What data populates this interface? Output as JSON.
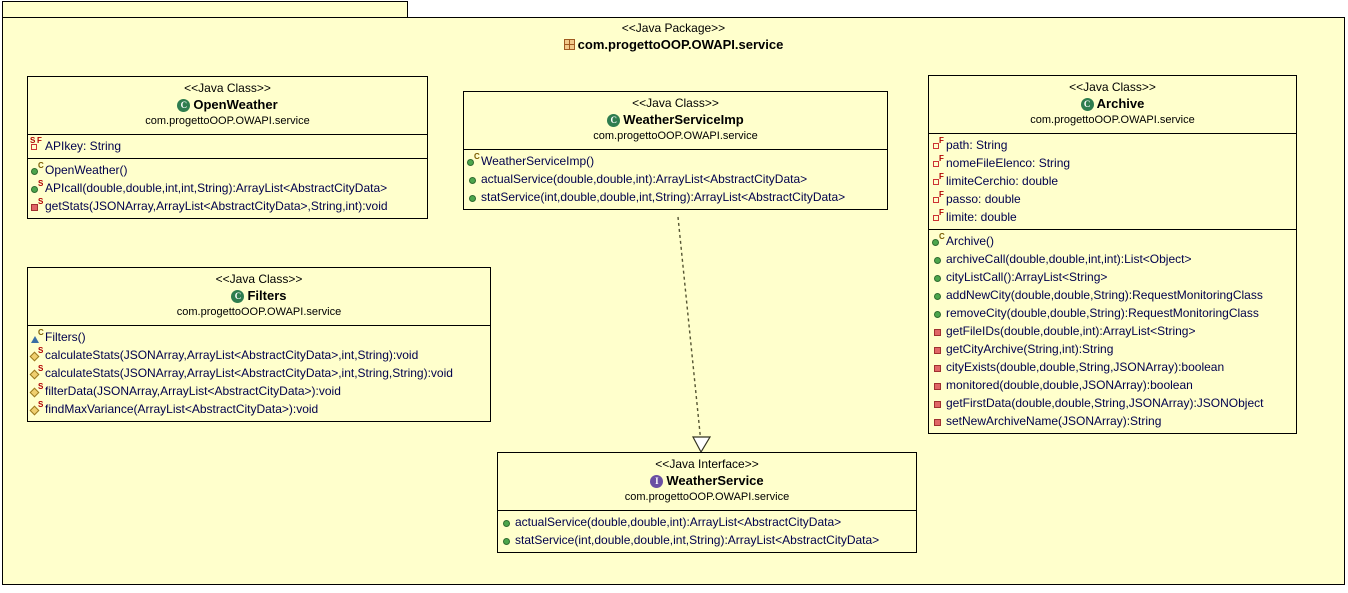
{
  "package": {
    "stereotype": "<<Java Package>>",
    "name": "com.progettoOOP.OWAPI.service",
    "icon": "package-icon"
  },
  "classes": [
    {
      "id": "openweather",
      "stereotype": "<<Java Class>>",
      "name": "OpenWeather",
      "qualified": "com.progettoOOP.OWAPI.service",
      "type_icon": "class-icon",
      "type_glyph": "C",
      "fields": [
        {
          "visibility": "private-static-final",
          "sup": "S",
          "sup2": "F",
          "text": "APIkey: String"
        }
      ],
      "methods": [
        {
          "visibility": "public",
          "sup": "C",
          "text": "OpenWeather()"
        },
        {
          "visibility": "public",
          "sup": "S",
          "text": "APIcall(double,double,int,int,String):ArrayList<AbstractCityData>"
        },
        {
          "visibility": "private",
          "sup": "S",
          "text": "getStats(JSONArray,ArrayList<AbstractCityData>,String,int):void"
        }
      ]
    },
    {
      "id": "filters",
      "stereotype": "<<Java Class>>",
      "name": "Filters",
      "qualified": "com.progettoOOP.OWAPI.service",
      "type_icon": "class-icon",
      "type_glyph": "C",
      "fields": [],
      "methods": [
        {
          "visibility": "package",
          "sup": "C",
          "text": "Filters()"
        },
        {
          "visibility": "package-static",
          "sup": "S",
          "text": "calculateStats(JSONArray,ArrayList<AbstractCityData>,int,String):void"
        },
        {
          "visibility": "package-static",
          "sup": "S",
          "text": "calculateStats(JSONArray,ArrayList<AbstractCityData>,int,String,String):void"
        },
        {
          "visibility": "package-static",
          "sup": "S",
          "text": "filterData(JSONArray,ArrayList<AbstractCityData>):void"
        },
        {
          "visibility": "package-static",
          "sup": "S",
          "text": "findMaxVariance(ArrayList<AbstractCityData>):void"
        }
      ]
    },
    {
      "id": "weatherserviceimp",
      "stereotype": "<<Java Class>>",
      "name": "WeatherServiceImp",
      "qualified": "com.progettoOOP.OWAPI.service",
      "type_icon": "class-icon",
      "type_glyph": "C",
      "fields": [],
      "methods": [
        {
          "visibility": "public",
          "sup": "C",
          "text": "WeatherServiceImp()"
        },
        {
          "visibility": "public",
          "sup": "",
          "text": "actualService(double,double,int):ArrayList<AbstractCityData>"
        },
        {
          "visibility": "public",
          "sup": "",
          "text": "statService(int,double,double,int,String):ArrayList<AbstractCityData>"
        }
      ]
    },
    {
      "id": "archive",
      "stereotype": "<<Java Class>>",
      "name": "Archive",
      "qualified": "com.progettoOOP.OWAPI.service",
      "type_icon": "class-icon",
      "type_glyph": "C",
      "fields": [
        {
          "visibility": "private-final",
          "sup": "F",
          "text": "path: String"
        },
        {
          "visibility": "private-final",
          "sup": "F",
          "text": "nomeFileElenco: String"
        },
        {
          "visibility": "private-final",
          "sup": "F",
          "text": "limiteCerchio: double"
        },
        {
          "visibility": "private-final",
          "sup": "F",
          "text": "passo: double"
        },
        {
          "visibility": "private-final",
          "sup": "F",
          "text": "limite: double"
        }
      ],
      "methods": [
        {
          "visibility": "public",
          "sup": "C",
          "text": "Archive()"
        },
        {
          "visibility": "public",
          "sup": "",
          "text": "archiveCall(double,double,int,int):List<Object>"
        },
        {
          "visibility": "public",
          "sup": "",
          "text": "cityListCall():ArrayList<String>"
        },
        {
          "visibility": "public",
          "sup": "",
          "text": "addNewCity(double,double,String):RequestMonitoringClass"
        },
        {
          "visibility": "public",
          "sup": "",
          "text": "removeCity(double,double,String):RequestMonitoringClass"
        },
        {
          "visibility": "private",
          "sup": "",
          "text": "getFileIDs(double,double,int):ArrayList<String>"
        },
        {
          "visibility": "private",
          "sup": "",
          "text": "getCityArchive(String,int):String"
        },
        {
          "visibility": "private",
          "sup": "",
          "text": "cityExists(double,double,String,JSONArray):boolean"
        },
        {
          "visibility": "private",
          "sup": "",
          "text": "monitored(double,double,JSONArray):boolean"
        },
        {
          "visibility": "private",
          "sup": "",
          "text": "getFirstData(double,double,String,JSONArray):JSONObject"
        },
        {
          "visibility": "private",
          "sup": "",
          "text": "setNewArchiveName(JSONArray):String"
        }
      ]
    },
    {
      "id": "weatherservice",
      "stereotype": "<<Java Interface>>",
      "name": "WeatherService",
      "qualified": "com.progettoOOP.OWAPI.service",
      "type_icon": "interface-icon",
      "type_glyph": "I",
      "fields": [],
      "methods": [
        {
          "visibility": "public",
          "sup": "",
          "text": "actualService(double,double,int):ArrayList<AbstractCityData>"
        },
        {
          "visibility": "public",
          "sup": "",
          "text": "statService(int,double,double,int,String):ArrayList<AbstractCityData>"
        }
      ]
    }
  ],
  "connectors": [
    {
      "name": "realization",
      "from": "weatherserviceimp",
      "to": "weatherservice",
      "style": "dashed",
      "arrow": "hollow-triangle"
    }
  ],
  "colors": {
    "background": "#FFFFCC",
    "border": "#000000",
    "text": "#00004D",
    "public": "#4CA64C",
    "private": "#E06666",
    "package": "#F0D070",
    "class_icon": "#2E7D4F",
    "interface_icon": "#6A4FA3"
  }
}
